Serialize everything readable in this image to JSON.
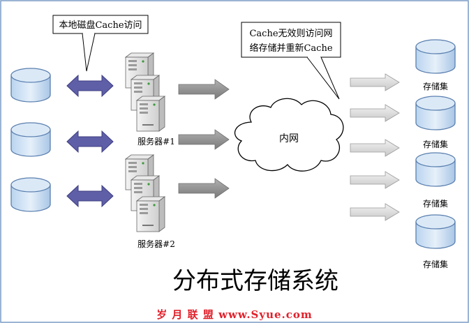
{
  "callouts": {
    "local_cache": "本地磁盘Cache访问",
    "cache_miss_line1": "Cache无效则访问网",
    "cache_miss_line2": "络存储并重新Cache"
  },
  "servers": {
    "group1_label": "服务器#1",
    "group2_label": "服务器#2"
  },
  "network": {
    "label": "内网"
  },
  "storage": {
    "labels": [
      "存储集",
      "存储集",
      "存储集",
      "存储集"
    ]
  },
  "title": "分布式存储系统",
  "watermark": "岁 月 联 盟   www.Syue.com",
  "colors": {
    "disk_fill": "#cfe2f5",
    "disk_stroke": "#5a7fae",
    "bidir_arrow": "#5f5fa8",
    "gray_arrow": "#8e8e8e",
    "light_arrow": "#dedede",
    "watermark": "#e0202a"
  }
}
